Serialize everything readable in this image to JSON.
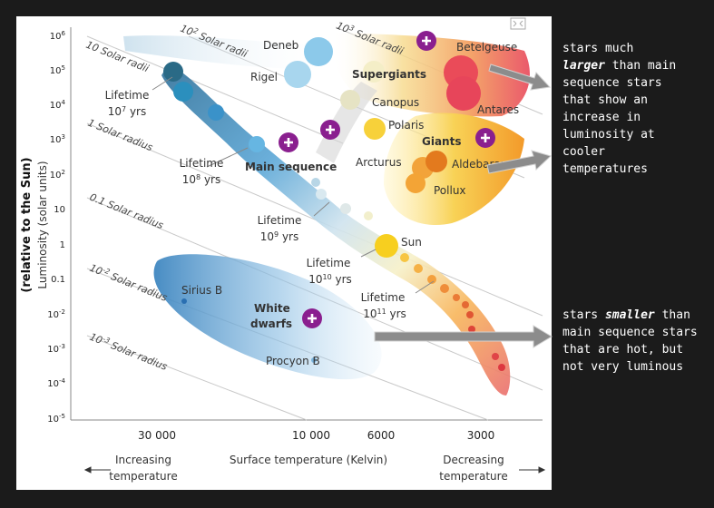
{
  "diagram": {
    "y_axis_label_outer": "(relative to the Sun)",
    "y_axis_label_inner": "Luminosity (solar units)",
    "y_ticks": [
      {
        "base": "10",
        "exp": "6"
      },
      {
        "base": "10",
        "exp": "5"
      },
      {
        "base": "10",
        "exp": "4"
      },
      {
        "base": "10",
        "exp": "3"
      },
      {
        "base": "10",
        "exp": "2"
      },
      {
        "base": "10",
        "exp": ""
      },
      {
        "base": "1",
        "exp": ""
      },
      {
        "base": "0.1",
        "exp": ""
      },
      {
        "base": "10",
        "exp": "-2"
      },
      {
        "base": "10",
        "exp": "-3"
      },
      {
        "base": "10",
        "exp": "-4"
      },
      {
        "base": "10",
        "exp": "-5"
      }
    ],
    "x_ticks": [
      "30 000",
      "10 000",
      "6000",
      "3000"
    ],
    "x_axis_label": "Surface temperature (Kelvin)",
    "x_left_label": [
      "Increasing",
      "temperature"
    ],
    "x_right_label": [
      "Decreasing",
      "temperature"
    ],
    "radius_lines": [
      {
        "base": "10",
        "unit": " Solar radii",
        "exp": ""
      },
      {
        "base": "10",
        "unit": " Solar radii",
        "exp": "2"
      },
      {
        "base": "10",
        "unit": " Solar radii",
        "exp": "3"
      },
      {
        "base": "1",
        "unit": " Solar radius",
        "exp": ""
      },
      {
        "base": "0.1",
        "unit": " Solar radius",
        "exp": ""
      },
      {
        "base": "10",
        "unit": " Solar radius",
        "exp": "-2"
      },
      {
        "base": "10",
        "unit": " Solar radius",
        "exp": "-3"
      }
    ],
    "stars": [
      "Deneb",
      "Rigel",
      "Betelgeuse",
      "Canopus",
      "Polaris",
      "Antares",
      "Arcturus",
      "Aldebaran",
      "Pollux",
      "Sun",
      "Sirius B",
      "Procyon B"
    ],
    "regions": {
      "supergiants": "Supergiants",
      "giants": "Giants",
      "main_sequence": "Main sequence",
      "white_dwarfs_1": "White",
      "white_dwarfs_2": "dwarfs"
    },
    "lifetimes": [
      {
        "line": "Lifetime",
        "base": "10",
        "exp": "7",
        "unit": " yrs"
      },
      {
        "line": "Lifetime",
        "base": "10",
        "exp": "8",
        "unit": " yrs"
      },
      {
        "line": "Lifetime",
        "base": "10",
        "exp": "9",
        "unit": " yrs"
      },
      {
        "line": "Lifetime",
        "base": "10",
        "exp": "10",
        "unit": " yrs"
      },
      {
        "line": "Lifetime",
        "base": "10",
        "exp": "11",
        "unit": " yrs"
      }
    ],
    "colors": {
      "plus": "#8a1f8f",
      "arrow": "#8c8c8c",
      "white_dwarf": "#4d93c8",
      "main_hot": "#2c6f9a",
      "giant": "#f5a623",
      "supergiant": "#e84a5f"
    }
  },
  "annotations": {
    "top": {
      "pre": "stars much",
      "emph": "larger",
      "post": [
        " than main",
        "sequence stars",
        "that show an",
        "increase in",
        "luminosity at",
        "cooler",
        "temperatures"
      ]
    },
    "bottom": {
      "pre": "stars ",
      "emph": "smaller",
      "post": [
        " than",
        "main sequence stars",
        "that are hot, but",
        "not very luminous"
      ]
    }
  }
}
